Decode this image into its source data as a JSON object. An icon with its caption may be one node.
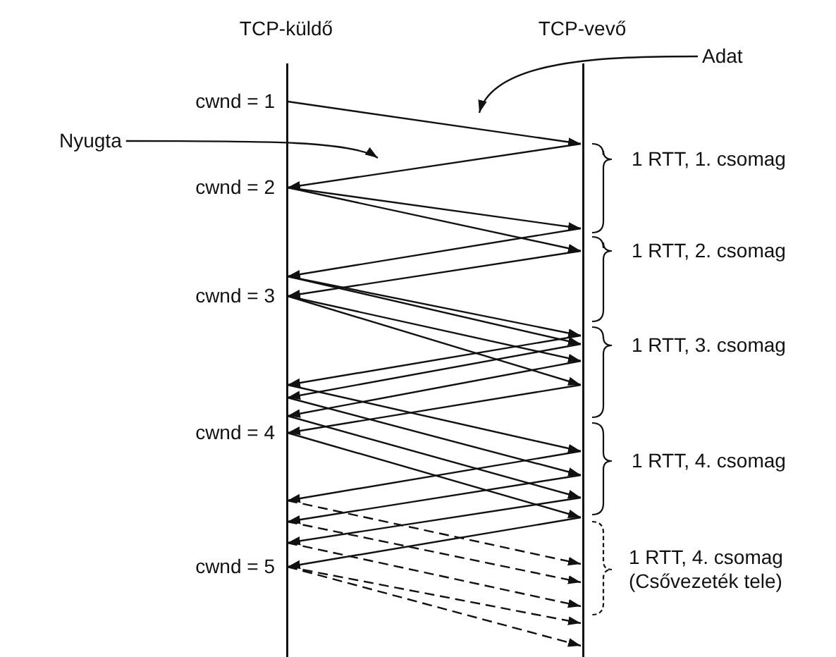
{
  "diagram": {
    "nodes": [
      {
        "text": [
          "TCP-küldő"
        ]
      },
      {
        "text": [
          "TCP-vevő"
        ]
      },
      {
        "text": [
          "Adat"
        ]
      },
      {
        "text": [
          "Nyugta"
        ]
      }
    ],
    "edges": [
      {
        "from": 0,
        "to": 1,
        "arrow": "to"
      },
      {
        "from": 1,
        "to": 0,
        "arrow": "to"
      },
      {
        "from": 0,
        "to": 1,
        "arrow": "to"
      },
      {
        "from": 0,
        "to": 1,
        "arrow": "to"
      },
      {
        "from": 1,
        "to": 0,
        "arrow": "to"
      },
      {
        "from": 1,
        "to": 0,
        "arrow": "to"
      },
      {
        "from": 0,
        "to": 1,
        "arrow": "to"
      },
      {
        "from": 0,
        "to": 1,
        "arrow": "to"
      },
      {
        "from": 0,
        "to": 1,
        "arrow": "to"
      },
      {
        "from": 0,
        "to": 1,
        "arrow": "to"
      },
      {
        "from": 1,
        "to": 0,
        "arrow": "to"
      },
      {
        "from": 1,
        "to": 0,
        "arrow": "to"
      },
      {
        "from": 1,
        "to": 0,
        "arrow": "to"
      },
      {
        "from": 1,
        "to": 0,
        "arrow": "to"
      },
      {
        "from": 0,
        "to": 1,
        "arrow": "to"
      },
      {
        "from": 0,
        "to": 1,
        "arrow": "to"
      },
      {
        "from": 0,
        "to": 1,
        "arrow": "to"
      },
      {
        "from": 0,
        "to": 1,
        "arrow": "to"
      },
      {
        "from": 1,
        "to": 0,
        "arrow": "to"
      },
      {
        "from": 1,
        "to": 0,
        "arrow": "to"
      },
      {
        "from": 1,
        "to": 0,
        "arrow": "to"
      },
      {
        "from": 1,
        "to": 0,
        "arrow": "to"
      },
      {
        "from": 0,
        "to": 1,
        "arrow": "to",
        "style": "dashed"
      },
      {
        "from": 0,
        "to": 1,
        "arrow": "to",
        "style": "dashed"
      },
      {
        "from": 0,
        "to": 1,
        "arrow": "to",
        "style": "dashed"
      },
      {
        "from": 0,
        "to": 1,
        "arrow": "to",
        "style": "dashed"
      },
      {
        "from": 0,
        "to": 1,
        "arrow": "to",
        "style": "dashed"
      },
      {
        "from": 2,
        "to": null,
        "arrow": "to"
      },
      {
        "from": 3,
        "to": null,
        "arrow": "to"
      }
    ],
    "labels": [
      "cwnd = 1",
      "1 RTT, 1. csomag",
      "cwnd = 2",
      "1 RTT, 2. csomag",
      "cwnd = 3",
      "1 RTT, 3. csomag",
      "cwnd = 4",
      "1 RTT, 4. csomag",
      "cwnd = 5",
      "1 RTT, 4. csomag (Csővezeték tele)"
    ]
  }
}
